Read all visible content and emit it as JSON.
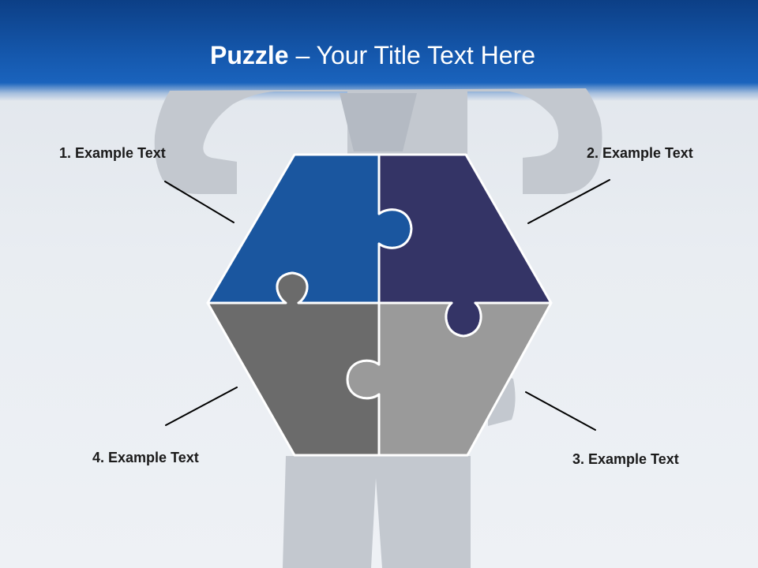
{
  "slide": {
    "title_strong": "Puzzle",
    "title_rest": "– Your Title Text Here"
  },
  "labels": [
    {
      "text": "1. Example Text"
    },
    {
      "text": "2. Example Text"
    },
    {
      "text": "3. Example Text"
    },
    {
      "text": "4. Example Text"
    }
  ],
  "colors": {
    "header": "#1558ad",
    "piece_1": "#1a569f",
    "piece_2": "#343466",
    "piece_3": "#9a9a9a",
    "piece_4": "#6b6b6b",
    "silhouette": "#c3c8cf",
    "seam": "#ffffff"
  }
}
